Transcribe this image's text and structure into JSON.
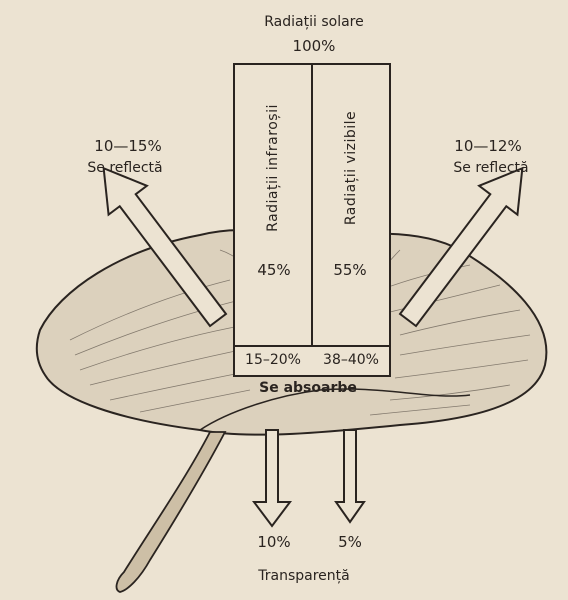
{
  "header": {
    "title": "Radiații solare",
    "total": "100%"
  },
  "incoming": {
    "infrared": {
      "label": "Radiații infraroșii",
      "percent": "45%",
      "absorbed": "15–20%"
    },
    "visible": {
      "label": "Radiații vizibile",
      "percent": "55%",
      "absorbed": "38–40%"
    }
  },
  "reflected": {
    "left": {
      "percent": "10—15%",
      "label": "Se reflectă"
    },
    "right": {
      "percent": "10—12%",
      "label": "Se reflectă"
    }
  },
  "absorbed_label": "Se absoarbe",
  "transmitted": {
    "left_percent": "10%",
    "right_percent": "5%",
    "label": "Transparență"
  },
  "colors": {
    "paper": "#ece3d2",
    "ink": "#2a2420"
  }
}
